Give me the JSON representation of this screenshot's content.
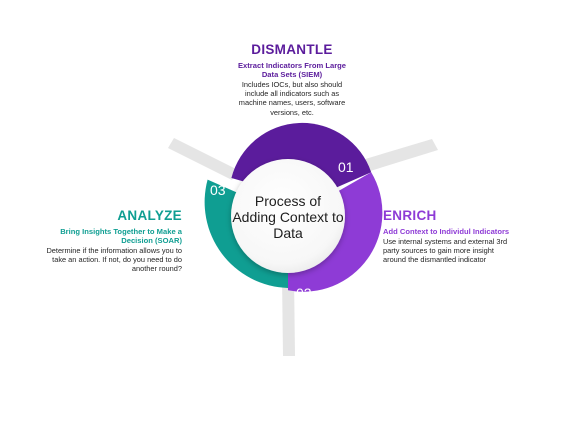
{
  "colors": {
    "purple_dark": "#5b1c9c",
    "purple_light": "#8e3bd6",
    "teal": "#0f9e92",
    "spoke": "#e3e3e3",
    "text": "#222222"
  },
  "center": {
    "title": "Process of Adding Context to Data"
  },
  "steps": {
    "dismantle": {
      "number": "01",
      "heading": "DISMANTLE",
      "subheading": "Extract Indicators From Large Data Sets (SIEM)",
      "body": "Includes IOCs, but also should include all indicators such as machine names, users, software versions, etc."
    },
    "enrich": {
      "number": "02",
      "heading": "ENRICH",
      "subheading": "Add Context to Individul Indicators",
      "body": "Use internal systems and external 3rd party sources to gain more insight around the dismantled indicator"
    },
    "analyze": {
      "number": "03",
      "heading": "ANALYZE",
      "subheading": "Bring Insights Together to Make a Decision (SOAR)",
      "body": "Determine if the information allows you to take an action. If not, do you need to do another round?"
    }
  }
}
